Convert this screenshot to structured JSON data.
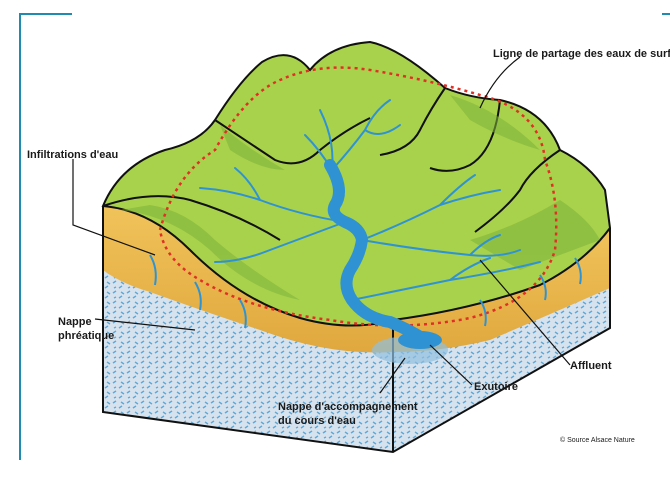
{
  "diagram": {
    "colors": {
      "frame": "#1f8bb0",
      "hill_light": "#a9d54c",
      "hill_dark": "#6ea93a",
      "soil": "#e8b44a",
      "aquifer": "#c9d9e8",
      "aquifer_pattern": "#5fa7d8",
      "river": "#2f93d3",
      "watershed_line": "#e03026"
    },
    "labels": {
      "watershed": "Ligne de partage des eaux de surface",
      "infiltration": "Infiltrations d'eau",
      "water_table_line1": "Nappe",
      "water_table_line2": "phréatique",
      "tributary": "Affluent",
      "outlet": "Exutoire",
      "alluvial_line1": "Nappe d'accompagnement",
      "alluvial_line2": "du cours d'eau",
      "credit": "© Source Alsace Nature"
    }
  }
}
